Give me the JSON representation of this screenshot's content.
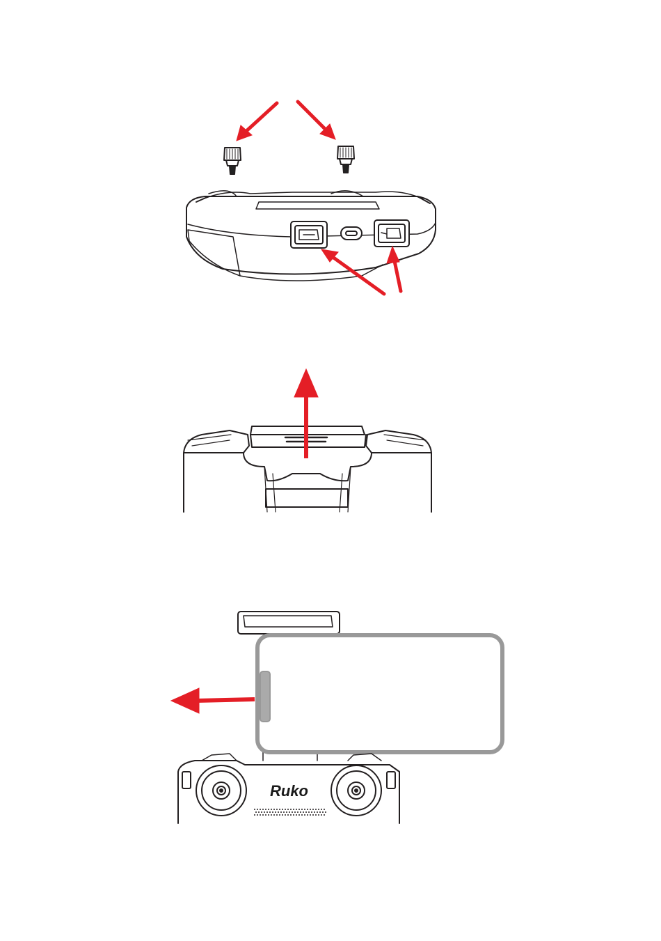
{
  "steps": [
    {
      "id": "step-1",
      "description_visible": false
    },
    {
      "id": "step-2",
      "description_visible": false
    },
    {
      "id": "step-3",
      "description_visible": false
    }
  ],
  "controller": {
    "brand": "Ruko"
  },
  "colors": {
    "arrow": "#e41e26",
    "line": "#231f20",
    "background": "#ffffff"
  },
  "icons": {
    "step1_arrows": "arrow-icon",
    "step2_arrow": "arrow-up-icon",
    "step3_arrow": "arrow-left-icon"
  }
}
